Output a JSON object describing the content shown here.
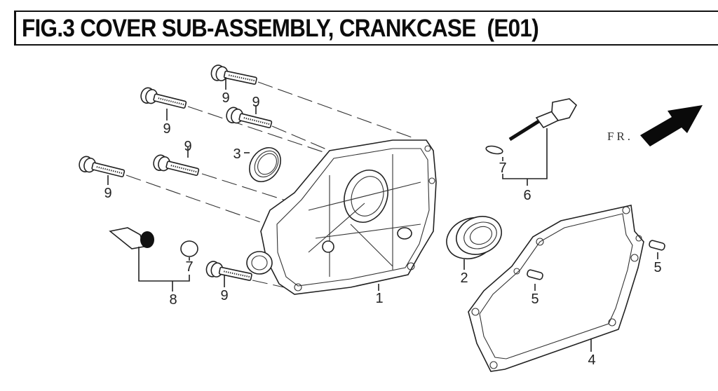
{
  "title": "FIG.3 COVER SUB-ASSEMBLY, CRANKCASE  (E01)",
  "direction_indicator": {
    "label": "FR.",
    "icon": "arrow-up-right-icon"
  },
  "callouts": [
    {
      "number": "1",
      "part": "crankcase-cover"
    },
    {
      "number": "2",
      "part": "bearing"
    },
    {
      "number": "3",
      "part": "oil-seal"
    },
    {
      "number": "4",
      "part": "gasket"
    },
    {
      "number": "5",
      "part": "dowel-pin-left"
    },
    {
      "number": "5",
      "part": "dowel-pin-right"
    },
    {
      "number": "6",
      "part": "oil-dipstick-assembly"
    },
    {
      "number": "7",
      "part": "o-ring-upper"
    },
    {
      "number": "7",
      "part": "o-ring-lower"
    },
    {
      "number": "8",
      "part": "drain-plug-assembly"
    },
    {
      "number": "9",
      "part": "bolt-a"
    },
    {
      "number": "9",
      "part": "bolt-b"
    },
    {
      "number": "9",
      "part": "bolt-c"
    },
    {
      "number": "9",
      "part": "bolt-d"
    },
    {
      "number": "9",
      "part": "bolt-e"
    },
    {
      "number": "9",
      "part": "bolt-f"
    }
  ]
}
